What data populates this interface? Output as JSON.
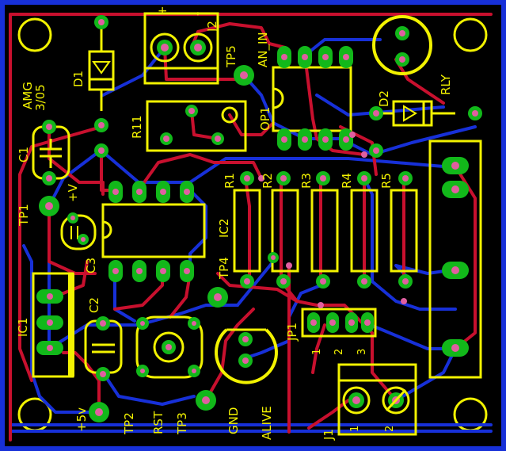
{
  "board": {
    "labels": {
      "j2": "J2",
      "j2_plus": "+",
      "j2_minus": "-",
      "tp5": "TP5",
      "an_in": "AN_IN",
      "d1": "D1",
      "amg": "AMG",
      "date": "3/05",
      "r11": "R11",
      "op1": "OP1",
      "rly": "RLY",
      "d2": "D2",
      "c1": "C1",
      "plus_v": "+V",
      "tp1": "TP1",
      "ic2": "IC2",
      "c3": "C3",
      "r1": "R1",
      "r2": "R2",
      "r3": "R3",
      "r4": "R4",
      "r5": "R5",
      "tp4": "TP4",
      "ic1": "IC1",
      "c2": "C2",
      "jp1": "JP1",
      "jp1_1": "1",
      "jp1_2": "2",
      "jp1_3": "3",
      "plus5v": "+5v",
      "tp2": "TP2",
      "rst": "RST",
      "tp3": "TP3",
      "gnd": "GND",
      "alive": "ALIVE",
      "j1": "J1",
      "j1_1": "1",
      "j1_2": "2"
    },
    "colors": {
      "background": "#000000",
      "border": "#1730d8",
      "top_copper": "#c8102e",
      "bottom_copper": "#1730d8",
      "silkscreen": "#f2f200",
      "pad": "#12b81a",
      "drill": "#e05fa0"
    }
  }
}
